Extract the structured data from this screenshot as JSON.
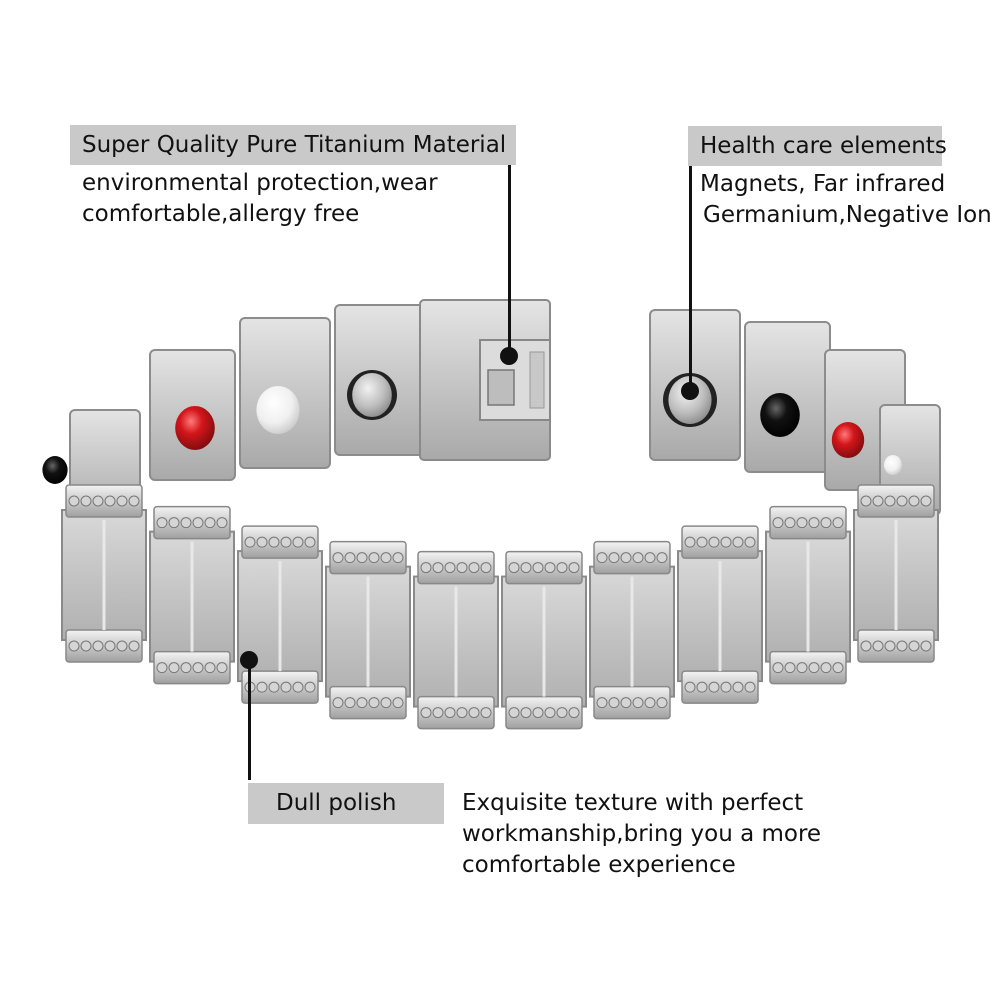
{
  "callouts": {
    "material": {
      "title": "Super Quality Pure Titanium Material",
      "lines": [
        "environmental protection,wear",
        "comfortable,allergy free"
      ]
    },
    "health": {
      "title": "Health care elements",
      "lines": [
        "Magnets, Far infrared",
        "Germanium,Negative Ion"
      ]
    },
    "polish": {
      "title": "Dull polish",
      "lines": [
        "Exquisite texture with perfect",
        "workmanship,bring you a more",
        "comfortable experience"
      ]
    }
  },
  "colors": {
    "tag_bg": "#c9c9c9",
    "metal_light": "#e6e6e6",
    "metal_mid": "#c3c3c3",
    "metal_dark": "#8f8f8f",
    "stone_red": "#d4161b",
    "stone_black": "#111111",
    "stone_white": "#f4f4f4",
    "magnet": "#b9b9b9"
  },
  "stones_back": [
    "black",
    "red",
    "white",
    "magnet",
    "magnet",
    "black",
    "red",
    "white"
  ]
}
